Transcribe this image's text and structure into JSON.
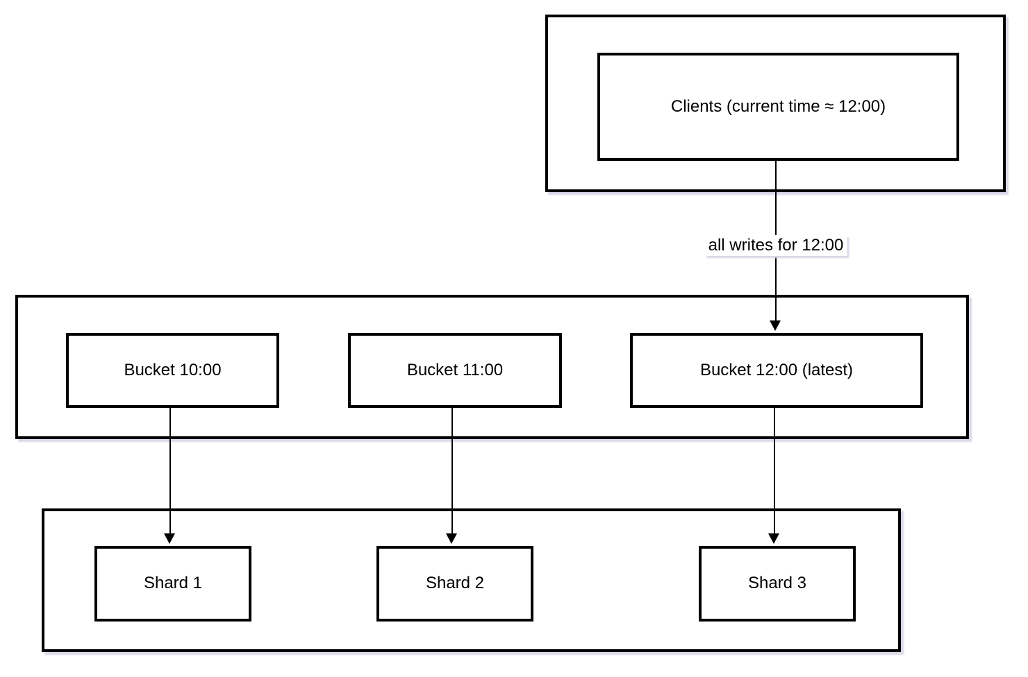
{
  "diagram": {
    "clients_box": {
      "label": "Clients (current time ≈ 12:00)"
    },
    "edge": {
      "label": "all writes for 12:00"
    },
    "buckets": [
      {
        "label": "Bucket 10:00"
      },
      {
        "label": "Bucket 11:00"
      },
      {
        "label": "Bucket 12:00 (latest)"
      }
    ],
    "shards": [
      {
        "label": "Shard 1"
      },
      {
        "label": "Shard 2"
      },
      {
        "label": "Shard 3"
      }
    ],
    "colors": {
      "stroke": "#000000",
      "fill": "#ffffff",
      "background": "#ffffff",
      "shadow": "#d8d8e8"
    }
  }
}
